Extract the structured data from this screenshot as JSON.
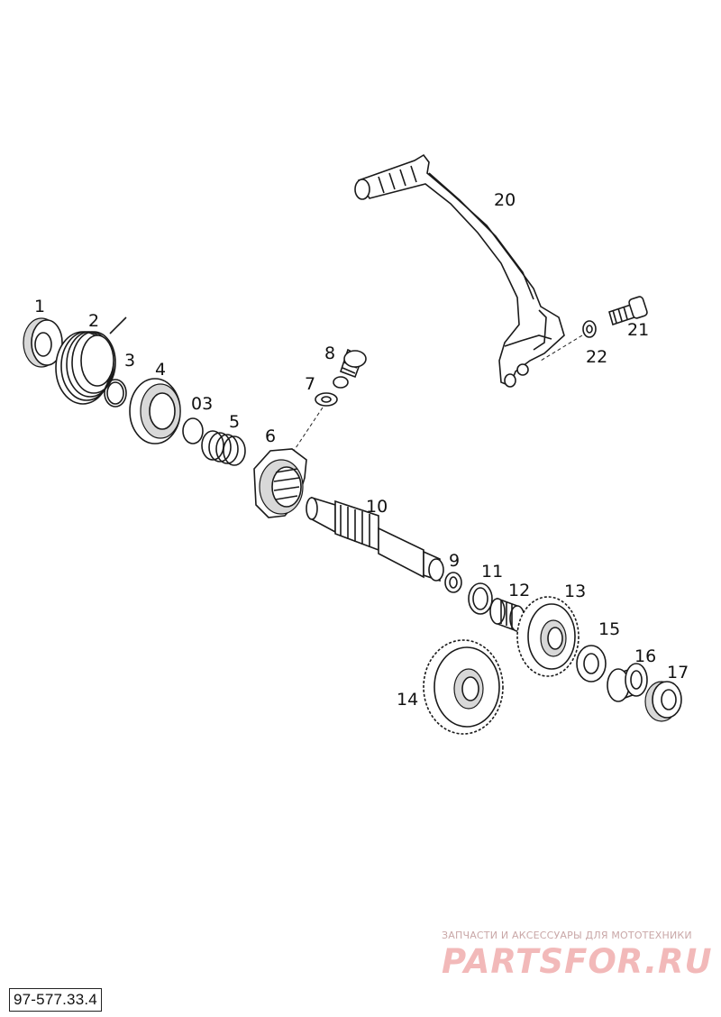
{
  "callouts": {
    "c1": "1",
    "c2": "2",
    "c3": "3",
    "c4": "4",
    "c03": "03",
    "c5": "5",
    "c6": "6",
    "c7": "7",
    "c8": "8",
    "c9": "9",
    "c10": "10",
    "c11": "11",
    "c12": "12",
    "c13": "13",
    "c14": "14",
    "c15": "15",
    "c16": "16",
    "c17": "17",
    "c20": "20",
    "c21": "21",
    "c22": "22"
  },
  "diagram_code": "97-577.33.4",
  "watermark": {
    "tagline": "ЗАПЧАСТИ И АКСЕССУАРЫ ДЛЯ МОТОТЕХНИКИ",
    "logo": "PARTSFOR.RU"
  },
  "colors": {
    "line": "#1a1a1a",
    "watermark": "#f2b9b9",
    "background": "#ffffff"
  }
}
